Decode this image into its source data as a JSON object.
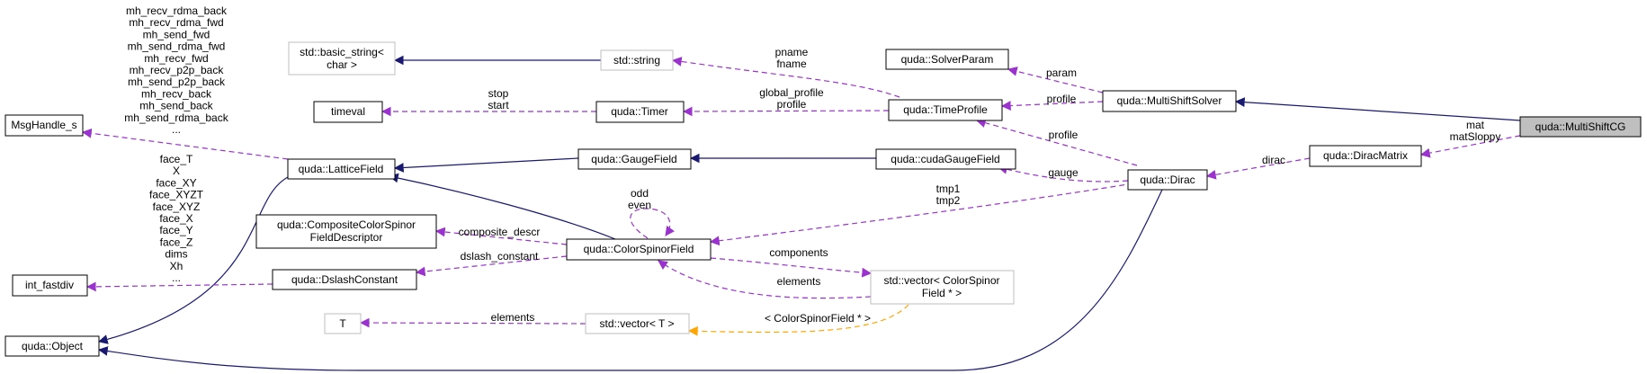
{
  "colors": {
    "inheritance": "#191970",
    "usage": "#9a32cd",
    "template": "#ffa500",
    "node_border": "#000000",
    "external_border": "#bfbfbf",
    "highlight_fill": "#bfbfbf"
  },
  "nodes": {
    "basic_string": [
      "std::basic_string<",
      "char >"
    ],
    "std_string": [
      "std::string"
    ],
    "solver_param": [
      "quda::SolverParam"
    ],
    "multishift_solver": [
      "quda::MultiShiftSolver"
    ],
    "multishift_cg": [
      "quda::MultiShiftCG"
    ],
    "timeval": [
      "timeval"
    ],
    "timer": [
      "quda::Timer"
    ],
    "time_profile": [
      "quda::TimeProfile"
    ],
    "msghandle": [
      "MsgHandle_s"
    ],
    "lattice_field": [
      "quda::LatticeField"
    ],
    "gauge_field": [
      "quda::GaugeField"
    ],
    "cuda_gauge_field": [
      "quda::cudaGaugeField"
    ],
    "dirac": [
      "quda::Dirac"
    ],
    "dirac_matrix": [
      "quda::DiracMatrix"
    ],
    "composite_desc": [
      "quda::CompositeColorSpinor",
      "FieldDescriptor"
    ],
    "color_spinor_field": [
      "quda::ColorSpinorField"
    ],
    "int_fastdiv": [
      "int_fastdiv"
    ],
    "dslash_constant": [
      "quda::DslashConstant"
    ],
    "vector_csf": [
      "std::vector< ColorSpinor",
      "Field * >"
    ],
    "t_param": [
      "T"
    ],
    "vector_t": [
      "std::vector< T >"
    ],
    "quda_object": [
      "quda::Object"
    ]
  },
  "edge_labels": {
    "msghandle_members": [
      "mh_recv_rdma_back",
      "mh_recv_rdma_fwd",
      "mh_send_fwd",
      "mh_send_rdma_fwd",
      "mh_recv_fwd",
      "mh_recv_p2p_back",
      "mh_send_p2p_back",
      "mh_recv_back",
      "mh_send_back",
      "mh_send_rdma_back",
      "..."
    ],
    "int_fastdiv_members": [
      "face_T",
      "X",
      "face_XY",
      "face_XYZT",
      "face_XYZ",
      "face_X",
      "face_Y",
      "face_Z",
      "dims",
      "Xh",
      "..."
    ],
    "string_members": [
      "pname",
      "fname"
    ],
    "timeval_members": [
      "stop",
      "start"
    ],
    "timer_members": [
      "global_profile",
      "profile"
    ],
    "param": [
      "param"
    ],
    "profile_solver": [
      "profile"
    ],
    "profile_dirac": [
      "profile"
    ],
    "gauge": [
      "gauge"
    ],
    "dirac_tmp": [
      "tmp1",
      "tmp2"
    ],
    "dirac_link": [
      "dirac"
    ],
    "mat": [
      "mat",
      "matSloppy"
    ],
    "self_loop": [
      "odd",
      "even"
    ],
    "composite_descr": [
      "composite_descr"
    ],
    "dslash_constant": [
      "dslash_constant"
    ],
    "components": [
      "components"
    ],
    "elements_vec": [
      "elements"
    ],
    "elements_t": [
      "elements"
    ],
    "template_arg": [
      "< ColorSpinorField * >"
    ]
  }
}
